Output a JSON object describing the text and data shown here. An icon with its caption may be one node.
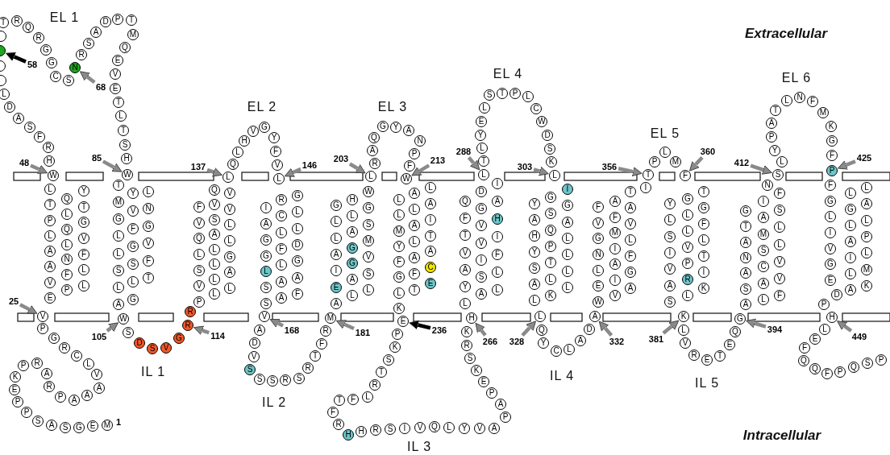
{
  "diagram": {
    "nodes": [
      {
        "text": [
          "M"
        ],
        "beside": [
          "1"
        ]
      },
      {
        "text": [
          "E"
        ]
      },
      {
        "text": [
          "G"
        ]
      },
      {
        "text": [
          "S"
        ]
      },
      {
        "text": [
          "A"
        ]
      },
      {
        "text": [
          "S"
        ]
      },
      {
        "text": [
          "P"
        ]
      },
      {
        "text": [
          "P"
        ]
      },
      {
        "text": [
          "E"
        ]
      },
      {
        "text": [
          "K"
        ]
      },
      {
        "text": [
          "P"
        ]
      },
      {
        "text": [
          "R"
        ]
      },
      {
        "text": [
          "A"
        ]
      },
      {
        "text": [
          "R"
        ]
      },
      {
        "text": [
          "P"
        ]
      },
      {
        "text": [
          "A"
        ]
      },
      {
        "text": [
          "A"
        ]
      },
      {
        "text": [
          "A"
        ]
      },
      {
        "text": [
          "V"
        ]
      },
      {
        "text": [
          "L"
        ]
      },
      {
        "text": [
          "C"
        ]
      },
      {
        "text": [
          "R"
        ]
      },
      {
        "text": [
          "G"
        ]
      },
      {
        "text": [
          "P"
        ]
      },
      {
        "text": [
          "V"
        ]
      },
      {
        "text": [
          "L"
        ]
      },
      {
        "text": [
          "T"
        ]
      },
      {
        "text": [
          "P"
        ]
      },
      {
        "text": [
          "L"
        ]
      },
      {
        "text": [
          "A"
        ]
      },
      {
        "text": [
          "A"
        ]
      },
      {
        "text": [
          "V"
        ]
      },
      {
        "text": [
          "E"
        ]
      },
      {
        "text": [
          "Q"
        ]
      },
      {
        "text": [
          "L"
        ]
      },
      {
        "text": [
          "Q"
        ]
      },
      {
        "text": [
          "L"
        ]
      },
      {
        "text": [
          "N"
        ]
      },
      {
        "text": [
          "F"
        ]
      },
      {
        "text": [
          "P"
        ]
      },
      {
        "text": [
          "Y"
        ]
      },
      {
        "text": [
          "T"
        ]
      },
      {
        "text": [
          "G"
        ]
      },
      {
        "text": [
          "V"
        ]
      },
      {
        "text": [
          "F"
        ]
      },
      {
        "text": [
          "L"
        ]
      },
      {
        "text": [
          "L"
        ]
      },
      {
        "text": [
          "W"
        ]
      },
      {
        "text": [
          "H"
        ]
      },
      {
        "text": [
          "R"
        ]
      },
      {
        "text": [
          "F"
        ]
      },
      {
        "text": [
          "S"
        ]
      },
      {
        "text": [
          "A"
        ]
      },
      {
        "text": [
          "D"
        ]
      },
      {
        "text": [
          "L"
        ]
      },
      {
        "text": [],
        "shape": "circle"
      },
      {
        "text": [],
        "shape": "circle"
      },
      {
        "text": [],
        "shape": "circle"
      },
      {
        "text": [],
        "shape": "circle"
      },
      {
        "text": [
          "T"
        ]
      },
      {
        "text": [
          "R"
        ]
      },
      {
        "text": [
          "Q"
        ]
      },
      {
        "text": [
          "R"
        ]
      },
      {
        "text": [
          "G"
        ]
      },
      {
        "text": [
          "G"
        ]
      },
      {
        "text": [
          "C"
        ]
      },
      {
        "text": [
          "S"
        ]
      },
      {
        "text": [
          "N"
        ]
      },
      {
        "text": [
          "R"
        ]
      },
      {
        "text": [
          "S"
        ]
      },
      {
        "text": [
          "A"
        ]
      },
      {
        "text": [
          "D"
        ]
      },
      {
        "text": [
          "P"
        ]
      },
      {
        "text": [
          "T"
        ]
      },
      {
        "text": [
          "M"
        ]
      },
      {
        "text": [
          "Q"
        ]
      },
      {
        "text": [
          "E"
        ]
      },
      {
        "text": [
          "V"
        ]
      },
      {
        "text": [
          "E"
        ]
      },
      {
        "text": [
          "T"
        ]
      },
      {
        "text": [
          "L"
        ]
      },
      {
        "text": [
          "T"
        ]
      },
      {
        "text": [
          "S"
        ]
      },
      {
        "text": [
          "H"
        ]
      },
      {
        "text": [
          "W"
        ]
      },
      {
        "text": [
          "T"
        ]
      },
      {
        "text": [
          "M"
        ]
      },
      {
        "text": [
          "G"
        ]
      },
      {
        "text": [
          "L"
        ]
      },
      {
        "text": [
          "L"
        ]
      },
      {
        "text": [
          "S"
        ]
      },
      {
        "text": [
          "L"
        ]
      },
      {
        "text": [
          "A"
        ]
      },
      {
        "text": [
          "Y"
        ]
      },
      {
        "text": [
          "V"
        ]
      },
      {
        "text": [
          "F"
        ]
      },
      {
        "text": [
          "G"
        ]
      },
      {
        "text": [
          "S"
        ]
      },
      {
        "text": [
          "L"
        ]
      },
      {
        "text": [
          "G"
        ]
      },
      {
        "text": [
          "L"
        ]
      },
      {
        "text": [
          "N"
        ]
      },
      {
        "text": [
          "G"
        ]
      },
      {
        "text": [
          "V"
        ]
      },
      {
        "text": [
          "F"
        ]
      },
      {
        "text": [
          "T"
        ]
      },
      {
        "text": [
          "W"
        ]
      },
      {
        "text": [
          "S"
        ]
      },
      {
        "text": [
          "D"
        ]
      },
      {
        "text": [
          "S"
        ]
      },
      {
        "text": [
          "V"
        ]
      },
      {
        "text": [
          "G"
        ]
      },
      {
        "text": [
          "R"
        ]
      },
      {
        "text": [
          "R"
        ]
      },
      {
        "text": [
          "F"
        ]
      },
      {
        "text": [
          "V"
        ]
      },
      {
        "text": [
          "Q"
        ]
      },
      {
        "text": [
          "L"
        ]
      },
      {
        "text": [
          "S"
        ]
      },
      {
        "text": [
          "V"
        ]
      },
      {
        "text": [
          "P"
        ]
      },
      {
        "text": [
          "Q"
        ]
      },
      {
        "text": [
          "V"
        ]
      },
      {
        "text": [
          "S"
        ]
      },
      {
        "text": [
          "A"
        ]
      },
      {
        "text": [
          "L"
        ]
      },
      {
        "text": [
          "L"
        ]
      },
      {
        "text": [
          "L"
        ]
      },
      {
        "text": [
          "L"
        ]
      },
      {
        "text": [
          "V"
        ]
      },
      {
        "text": [
          "V"
        ]
      },
      {
        "text": [
          "L"
        ]
      },
      {
        "text": [
          "L"
        ]
      },
      {
        "text": [
          "G"
        ]
      },
      {
        "text": [
          "A"
        ]
      },
      {
        "text": [
          "L"
        ]
      },
      {
        "text": [
          "L"
        ]
      },
      {
        "text": [
          "Q"
        ]
      },
      {
        "text": [
          "L"
        ]
      },
      {
        "text": [
          "H"
        ]
      },
      {
        "text": [
          "V"
        ]
      },
      {
        "text": [
          "G"
        ]
      },
      {
        "text": [
          "Y"
        ]
      },
      {
        "text": [
          "F"
        ]
      },
      {
        "text": [
          "V"
        ]
      },
      {
        "text": [
          "L"
        ]
      },
      {
        "text": [
          "I"
        ]
      },
      {
        "text": [
          "A"
        ]
      },
      {
        "text": [
          "G"
        ]
      },
      {
        "text": [
          "G"
        ]
      },
      {
        "text": [
          "L"
        ]
      },
      {
        "text": [
          "S"
        ]
      },
      {
        "text": [
          "S"
        ]
      },
      {
        "text": [
          "R"
        ]
      },
      {
        "text": [
          "C"
        ]
      },
      {
        "text": [
          "L"
        ]
      },
      {
        "text": [
          "F"
        ]
      },
      {
        "text": [
          "L"
        ]
      },
      {
        "text": [
          "A"
        ]
      },
      {
        "text": [
          "A"
        ]
      },
      {
        "text": [
          "G"
        ]
      },
      {
        "text": [
          "L"
        ]
      },
      {
        "text": [
          "L"
        ]
      },
      {
        "text": [
          "D"
        ]
      },
      {
        "text": [
          "G"
        ]
      },
      {
        "text": [
          "A"
        ]
      },
      {
        "text": [
          "F"
        ]
      },
      {
        "text": [
          "V"
        ]
      },
      {
        "text": [
          "A"
        ]
      },
      {
        "text": [
          "D"
        ]
      },
      {
        "text": [
          "V"
        ]
      },
      {
        "text": [
          "S"
        ]
      },
      {
        "text": [
          "S"
        ]
      },
      {
        "text": [
          "S"
        ]
      },
      {
        "text": [
          "R"
        ]
      },
      {
        "text": [
          "S"
        ]
      },
      {
        "text": [
          "R"
        ]
      },
      {
        "text": [
          "T"
        ]
      },
      {
        "text": [
          "F"
        ]
      },
      {
        "text": [
          "R"
        ]
      },
      {
        "text": [
          "M"
        ]
      },
      {
        "text": [
          "G"
        ]
      },
      {
        "text": [
          "L"
        ]
      },
      {
        "text": [
          "L"
        ]
      },
      {
        "text": [
          "A"
        ]
      },
      {
        "text": [
          "I"
        ]
      },
      {
        "text": [
          "E"
        ]
      },
      {
        "text": [
          "A"
        ]
      },
      {
        "text": [
          "H"
        ]
      },
      {
        "text": [
          "L"
        ]
      },
      {
        "text": [
          "A"
        ]
      },
      {
        "text": [
          "G"
        ]
      },
      {
        "text": [
          "G"
        ]
      },
      {
        "text": [
          "A"
        ]
      },
      {
        "text": [
          "L"
        ]
      },
      {
        "text": [
          "W"
        ]
      },
      {
        "text": [
          "G"
        ]
      },
      {
        "text": [
          "S"
        ]
      },
      {
        "text": [
          "M"
        ]
      },
      {
        "text": [
          "V"
        ]
      },
      {
        "text": [
          "S"
        ]
      },
      {
        "text": [
          "L"
        ]
      },
      {
        "text": [
          "L"
        ]
      },
      {
        "text": [
          "R"
        ]
      },
      {
        "text": [
          "A"
        ]
      },
      {
        "text": [
          "Q"
        ]
      },
      {
        "text": [
          "G"
        ]
      },
      {
        "text": [
          "Y"
        ]
      },
      {
        "text": [
          "A"
        ]
      },
      {
        "text": [
          "N"
        ]
      },
      {
        "text": [
          "P"
        ]
      },
      {
        "text": [
          "F"
        ]
      },
      {
        "text": [
          "W"
        ]
      },
      {
        "text": [
          "L"
        ]
      },
      {
        "text": [
          "L"
        ]
      },
      {
        "text": [
          "M"
        ]
      },
      {
        "text": [
          "Y"
        ]
      },
      {
        "text": [
          "F"
        ]
      },
      {
        "text": [
          "G"
        ]
      },
      {
        "text": [
          "L"
        ]
      },
      {
        "text": [
          "K"
        ]
      },
      {
        "text": [
          "A"
        ]
      },
      {
        "text": [
          "L"
        ]
      },
      {
        "text": [
          "A"
        ]
      },
      {
        "text": [
          "L"
        ]
      },
      {
        "text": [
          "A"
        ]
      },
      {
        "text": [
          "F"
        ]
      },
      {
        "text": [
          "T"
        ]
      },
      {
        "text": [
          "L"
        ]
      },
      {
        "text": [
          "A"
        ]
      },
      {
        "text": [
          "I"
        ]
      },
      {
        "text": [
          "T"
        ]
      },
      {
        "text": [
          "A"
        ]
      },
      {
        "text": [
          "C"
        ]
      },
      {
        "text": [
          "E"
        ]
      },
      {
        "text": [
          "E"
        ]
      },
      {
        "text": [
          "P"
        ]
      },
      {
        "text": [
          "K"
        ]
      },
      {
        "text": [
          "S"
        ]
      },
      {
        "text": [
          "T"
        ]
      },
      {
        "text": [
          "R"
        ]
      },
      {
        "text": [
          "L"
        ]
      },
      {
        "text": [
          "F"
        ]
      },
      {
        "text": [
          "T"
        ]
      },
      {
        "text": [
          "F"
        ]
      },
      {
        "text": [
          "R"
        ]
      },
      {
        "text": [
          "H"
        ]
      },
      {
        "text": [
          "H"
        ]
      },
      {
        "text": [
          "R"
        ]
      },
      {
        "text": [
          "S"
        ]
      },
      {
        "text": [
          "I"
        ]
      },
      {
        "text": [
          "V"
        ]
      },
      {
        "text": [
          "Q"
        ]
      },
      {
        "text": [
          "L"
        ]
      },
      {
        "text": [
          "Y"
        ]
      },
      {
        "text": [
          "V"
        ]
      },
      {
        "text": [
          "A"
        ]
      },
      {
        "text": [
          "P"
        ]
      },
      {
        "text": [
          "A"
        ]
      },
      {
        "text": [
          "P"
        ]
      },
      {
        "text": [
          "E"
        ]
      },
      {
        "text": [
          "K"
        ]
      },
      {
        "text": [
          "S"
        ]
      },
      {
        "text": [
          "R"
        ]
      },
      {
        "text": [
          "K"
        ]
      },
      {
        "text": [
          "H"
        ]
      },
      {
        "text": [
          "Q"
        ]
      },
      {
        "text": [
          "F"
        ]
      },
      {
        "text": [
          "T"
        ]
      },
      {
        "text": [
          "V"
        ]
      },
      {
        "text": [
          "A"
        ]
      },
      {
        "text": [
          "Y"
        ]
      },
      {
        "text": [
          "L"
        ]
      },
      {
        "text": [
          "D"
        ]
      },
      {
        "text": [
          "G"
        ]
      },
      {
        "text": [
          "V"
        ]
      },
      {
        "text": [
          "V"
        ]
      },
      {
        "text": [
          "I"
        ]
      },
      {
        "text": [
          "S"
        ]
      },
      {
        "text": [
          "A"
        ]
      },
      {
        "text": [
          "I"
        ]
      },
      {
        "text": [
          "A"
        ]
      },
      {
        "text": [
          "H"
        ]
      },
      {
        "text": [
          "I"
        ]
      },
      {
        "text": [
          "F"
        ]
      },
      {
        "text": [
          "L"
        ]
      },
      {
        "text": [
          "L"
        ]
      },
      {
        "text": [
          "L"
        ]
      },
      {
        "text": [
          "T"
        ]
      },
      {
        "text": [
          "L"
        ]
      },
      {
        "text": [
          "Y"
        ]
      },
      {
        "text": [
          "E"
        ]
      },
      {
        "text": [
          "L"
        ]
      },
      {
        "text": [
          "S"
        ]
      },
      {
        "text": [
          "T"
        ]
      },
      {
        "text": [
          "P"
        ]
      },
      {
        "text": [
          "L"
        ]
      },
      {
        "text": [
          "C"
        ]
      },
      {
        "text": [
          "W"
        ]
      },
      {
        "text": [
          "D"
        ]
      },
      {
        "text": [
          "S"
        ]
      },
      {
        "text": [
          "K"
        ]
      },
      {
        "text": [
          "L"
        ]
      },
      {
        "text": [
          "Y"
        ]
      },
      {
        "text": [
          "A"
        ]
      },
      {
        "text": [
          "H"
        ]
      },
      {
        "text": [
          "Y"
        ]
      },
      {
        "text": [
          "S"
        ]
      },
      {
        "text": [
          "A"
        ]
      },
      {
        "text": [
          "L"
        ]
      },
      {
        "text": [
          "G"
        ]
      },
      {
        "text": [
          "S"
        ]
      },
      {
        "text": [
          "Q"
        ]
      },
      {
        "text": [
          "P"
        ]
      },
      {
        "text": [
          "T"
        ]
      },
      {
        "text": [
          "L"
        ]
      },
      {
        "text": [
          "K"
        ]
      },
      {
        "text": [
          "I"
        ]
      },
      {
        "text": [
          "G"
        ]
      },
      {
        "text": [
          "A"
        ]
      },
      {
        "text": [
          "L"
        ]
      },
      {
        "text": [
          "L"
        ]
      },
      {
        "text": [
          "L"
        ]
      },
      {
        "text": [
          "L"
        ]
      },
      {
        "text": [
          "L"
        ]
      },
      {
        "text": [
          "Q"
        ]
      },
      {
        "text": [
          "Y"
        ]
      },
      {
        "text": [
          "C"
        ]
      },
      {
        "text": [
          "L"
        ]
      },
      {
        "text": [
          "A"
        ]
      },
      {
        "text": [
          "D"
        ]
      },
      {
        "text": [
          "A"
        ]
      },
      {
        "text": [
          "F"
        ]
      },
      {
        "text": [
          "V"
        ]
      },
      {
        "text": [
          "G"
        ]
      },
      {
        "text": [
          "N"
        ]
      },
      {
        "text": [
          "L"
        ]
      },
      {
        "text": [
          "E"
        ]
      },
      {
        "text": [
          "W"
        ]
      },
      {
        "text": [
          "A"
        ]
      },
      {
        "text": [
          "F"
        ]
      },
      {
        "text": [
          "M"
        ]
      },
      {
        "text": [
          "I"
        ]
      },
      {
        "text": [
          "A"
        ]
      },
      {
        "text": [
          "I"
        ]
      },
      {
        "text": [
          "V"
        ]
      },
      {
        "text": [
          "T"
        ]
      },
      {
        "text": [
          "A"
        ]
      },
      {
        "text": [
          "V"
        ]
      },
      {
        "text": [
          "L"
        ]
      },
      {
        "text": [
          "F"
        ]
      },
      {
        "text": [
          "G"
        ]
      },
      {
        "text": [
          "A"
        ]
      },
      {
        "text": [
          "I"
        ]
      },
      {
        "text": [
          "T"
        ]
      },
      {
        "text": [
          "P"
        ]
      },
      {
        "text": [
          "L"
        ]
      },
      {
        "text": [
          "M"
        ]
      },
      {
        "text": [
          "F"
        ]
      },
      {
        "text": [
          "Y"
        ]
      },
      {
        "text": [
          "L"
        ]
      },
      {
        "text": [
          "S"
        ]
      },
      {
        "text": [
          "I"
        ]
      },
      {
        "text": [
          "V"
        ]
      },
      {
        "text": [
          "A"
        ]
      },
      {
        "text": [
          "S"
        ]
      },
      {
        "text": [
          "G"
        ]
      },
      {
        "text": [
          "L"
        ]
      },
      {
        "text": [
          "L"
        ]
      },
      {
        "text": [
          "V"
        ]
      },
      {
        "text": [
          "P"
        ]
      },
      {
        "text": [
          "R"
        ]
      },
      {
        "text": [
          "L"
        ]
      },
      {
        "text": [
          "T"
        ]
      },
      {
        "text": [
          "G"
        ]
      },
      {
        "text": [
          "F"
        ]
      },
      {
        "text": [
          "L"
        ]
      },
      {
        "text": [
          "T"
        ]
      },
      {
        "text": [
          "I"
        ]
      },
      {
        "text": [
          "K"
        ]
      },
      {
        "text": [
          "K"
        ]
      },
      {
        "text": [
          "L"
        ]
      },
      {
        "text": [
          "V"
        ]
      },
      {
        "text": [
          "R"
        ]
      },
      {
        "text": [
          "E"
        ]
      },
      {
        "text": [
          "T"
        ]
      },
      {
        "text": [
          "E"
        ]
      },
      {
        "text": [
          "Q"
        ]
      },
      {
        "text": [
          "G"
        ]
      },
      {
        "text": [
          "G"
        ]
      },
      {
        "text": [
          "T"
        ]
      },
      {
        "text": [
          "A"
        ]
      },
      {
        "text": [
          "N"
        ]
      },
      {
        "text": [
          "A"
        ]
      },
      {
        "text": [
          "S"
        ]
      },
      {
        "text": [
          "A"
        ]
      },
      {
        "text": [
          "I"
        ]
      },
      {
        "text": [
          "A"
        ]
      },
      {
        "text": [
          "M"
        ]
      },
      {
        "text": [
          "S"
        ]
      },
      {
        "text": [
          "C"
        ]
      },
      {
        "text": [
          "A"
        ]
      },
      {
        "text": [
          "L"
        ]
      },
      {
        "text": [
          "F"
        ]
      },
      {
        "text": [
          "S"
        ]
      },
      {
        "text": [
          "L"
        ]
      },
      {
        "text": [
          "L"
        ]
      },
      {
        "text": [
          "V"
        ]
      },
      {
        "text": [
          "V"
        ]
      },
      {
        "text": [
          "F"
        ]
      },
      {
        "text": [
          "N"
        ]
      },
      {
        "text": [
          "S"
        ]
      },
      {
        "text": [
          "L"
        ]
      },
      {
        "text": [
          "Y"
        ]
      },
      {
        "text": [
          "P"
        ]
      },
      {
        "text": [
          "A"
        ]
      },
      {
        "text": [
          "T"
        ]
      },
      {
        "text": [
          "L"
        ]
      },
      {
        "text": [
          "N"
        ]
      },
      {
        "text": [
          "F"
        ]
      },
      {
        "text": [
          "M"
        ]
      },
      {
        "text": [
          "K"
        ]
      },
      {
        "text": [
          "G"
        ]
      },
      {
        "text": [
          "F"
        ]
      },
      {
        "text": [
          "P"
        ]
      },
      {
        "text": [
          "F"
        ]
      },
      {
        "text": [
          "G"
        ]
      },
      {
        "text": [
          "L"
        ]
      },
      {
        "text": [
          "I"
        ]
      },
      {
        "text": [
          "V"
        ]
      },
      {
        "text": [
          "G"
        ]
      },
      {
        "text": [
          "E"
        ]
      },
      {
        "text": [
          "L"
        ]
      },
      {
        "text": [
          "G"
        ]
      },
      {
        "text": [
          "L"
        ]
      },
      {
        "text": [
          "A"
        ]
      },
      {
        "text": [
          "I"
        ]
      },
      {
        "text": [
          "L"
        ]
      },
      {
        "text": [
          "A"
        ]
      },
      {
        "text": [
          "L"
        ]
      },
      {
        "text": [
          "A"
        ]
      },
      {
        "text": [
          "L"
        ]
      },
      {
        "text": [
          "P"
        ]
      },
      {
        "text": [
          "L"
        ]
      },
      {
        "text": [
          "M"
        ]
      },
      {
        "text": [
          "K"
        ]
      },
      {
        "text": [
          "D"
        ]
      },
      {
        "text": [
          "P"
        ]
      },
      {
        "text": [
          "H"
        ]
      },
      {
        "text": [
          "L"
        ]
      },
      {
        "text": [
          "E"
        ]
      },
      {
        "text": [
          "F"
        ]
      },
      {
        "text": [
          "Q"
        ]
      },
      {
        "text": [
          "Q"
        ]
      },
      {
        "text": [
          "F"
        ]
      },
      {
        "text": [
          "P"
        ]
      },
      {
        "text": [
          "Q"
        ]
      },
      {
        "text": [
          "S"
        ]
      },
      {
        "text": [
          "P"
        ]
      },
      {
        "text": [
          "25"
        ]
      },
      {
        "text": [
          "48"
        ]
      },
      {
        "text": [
          "58"
        ]
      },
      {
        "text": [
          "68"
        ]
      },
      {
        "text": [
          "85"
        ]
      },
      {
        "text": [
          "105"
        ]
      },
      {
        "text": [
          "114"
        ]
      },
      {
        "text": [
          "137"
        ]
      },
      {
        "text": [
          "146"
        ]
      },
      {
        "text": [
          "168"
        ]
      },
      {
        "text": [
          "181"
        ]
      },
      {
        "text": [
          "203"
        ]
      },
      {
        "text": [
          "213"
        ]
      },
      {
        "text": [
          "236"
        ]
      },
      {
        "text": [
          "266"
        ]
      },
      {
        "text": [
          "288"
        ]
      },
      {
        "text": [
          "303"
        ]
      },
      {
        "text": [
          "328"
        ]
      },
      {
        "text": [
          "332"
        ]
      },
      {
        "text": [
          "356"
        ]
      },
      {
        "text": [
          "360"
        ]
      },
      {
        "text": [
          "381"
        ]
      },
      {
        "text": [
          "394"
        ]
      },
      {
        "text": [
          "412"
        ]
      },
      {
        "text": [
          "425"
        ]
      },
      {
        "text": [
          "449"
        ]
      }
    ],
    "edges": [
      {
        "from": 459,
        "to": 24,
        "arrow": "to"
      },
      {
        "from": 460,
        "to": 47,
        "arrow": "to"
      },
      {
        "from": 461,
        "to": 56,
        "arrow": "to",
        "color": "#000000"
      },
      {
        "from": 462,
        "to": 67,
        "arrow": "to"
      },
      {
        "from": 463,
        "to": 84,
        "arrow": "to"
      },
      {
        "from": 464,
        "to": 106,
        "arrow": "to"
      },
      {
        "from": 465,
        "to": 112,
        "arrow": "to"
      },
      {
        "from": 466,
        "to": 136,
        "arrow": "to"
      },
      {
        "from": 467,
        "to": 145,
        "arrow": "to"
      },
      {
        "from": 468,
        "to": 167,
        "arrow": "to"
      },
      {
        "from": 469,
        "to": 180,
        "arrow": "to"
      },
      {
        "from": 470,
        "to": 202,
        "arrow": "to"
      },
      {
        "from": 471,
        "to": 212,
        "arrow": "to"
      },
      {
        "from": 472,
        "to": 235,
        "arrow": "to",
        "color": "#000000"
      },
      {
        "from": 473,
        "to": 265,
        "arrow": "to"
      },
      {
        "from": 474,
        "to": 287,
        "arrow": "to"
      },
      {
        "from": 475,
        "to": 302,
        "arrow": "to"
      },
      {
        "from": 476,
        "to": 324,
        "arrow": "to"
      },
      {
        "from": 477,
        "to": 331,
        "arrow": "to"
      },
      {
        "from": 478,
        "to": 354,
        "arrow": "to"
      },
      {
        "from": 479,
        "to": 358,
        "arrow": "to"
      },
      {
        "from": 480,
        "to": 380,
        "arrow": "to"
      },
      {
        "from": 481,
        "to": 388,
        "arrow": "to"
      },
      {
        "from": 482,
        "to": 411,
        "arrow": "to"
      },
      {
        "from": 483,
        "to": 424,
        "arrow": "to"
      },
      {
        "from": 484,
        "to": 448,
        "arrow": "to"
      }
    ],
    "labels": [
      "EL 1",
      "Extracellular",
      "EL 4",
      "EL 6",
      "EL 2",
      "EL 3",
      "EL 5",
      "IL 1",
      "IL 4",
      "IL 5",
      "IL 2",
      "Intracellular",
      "IL 3"
    ]
  }
}
